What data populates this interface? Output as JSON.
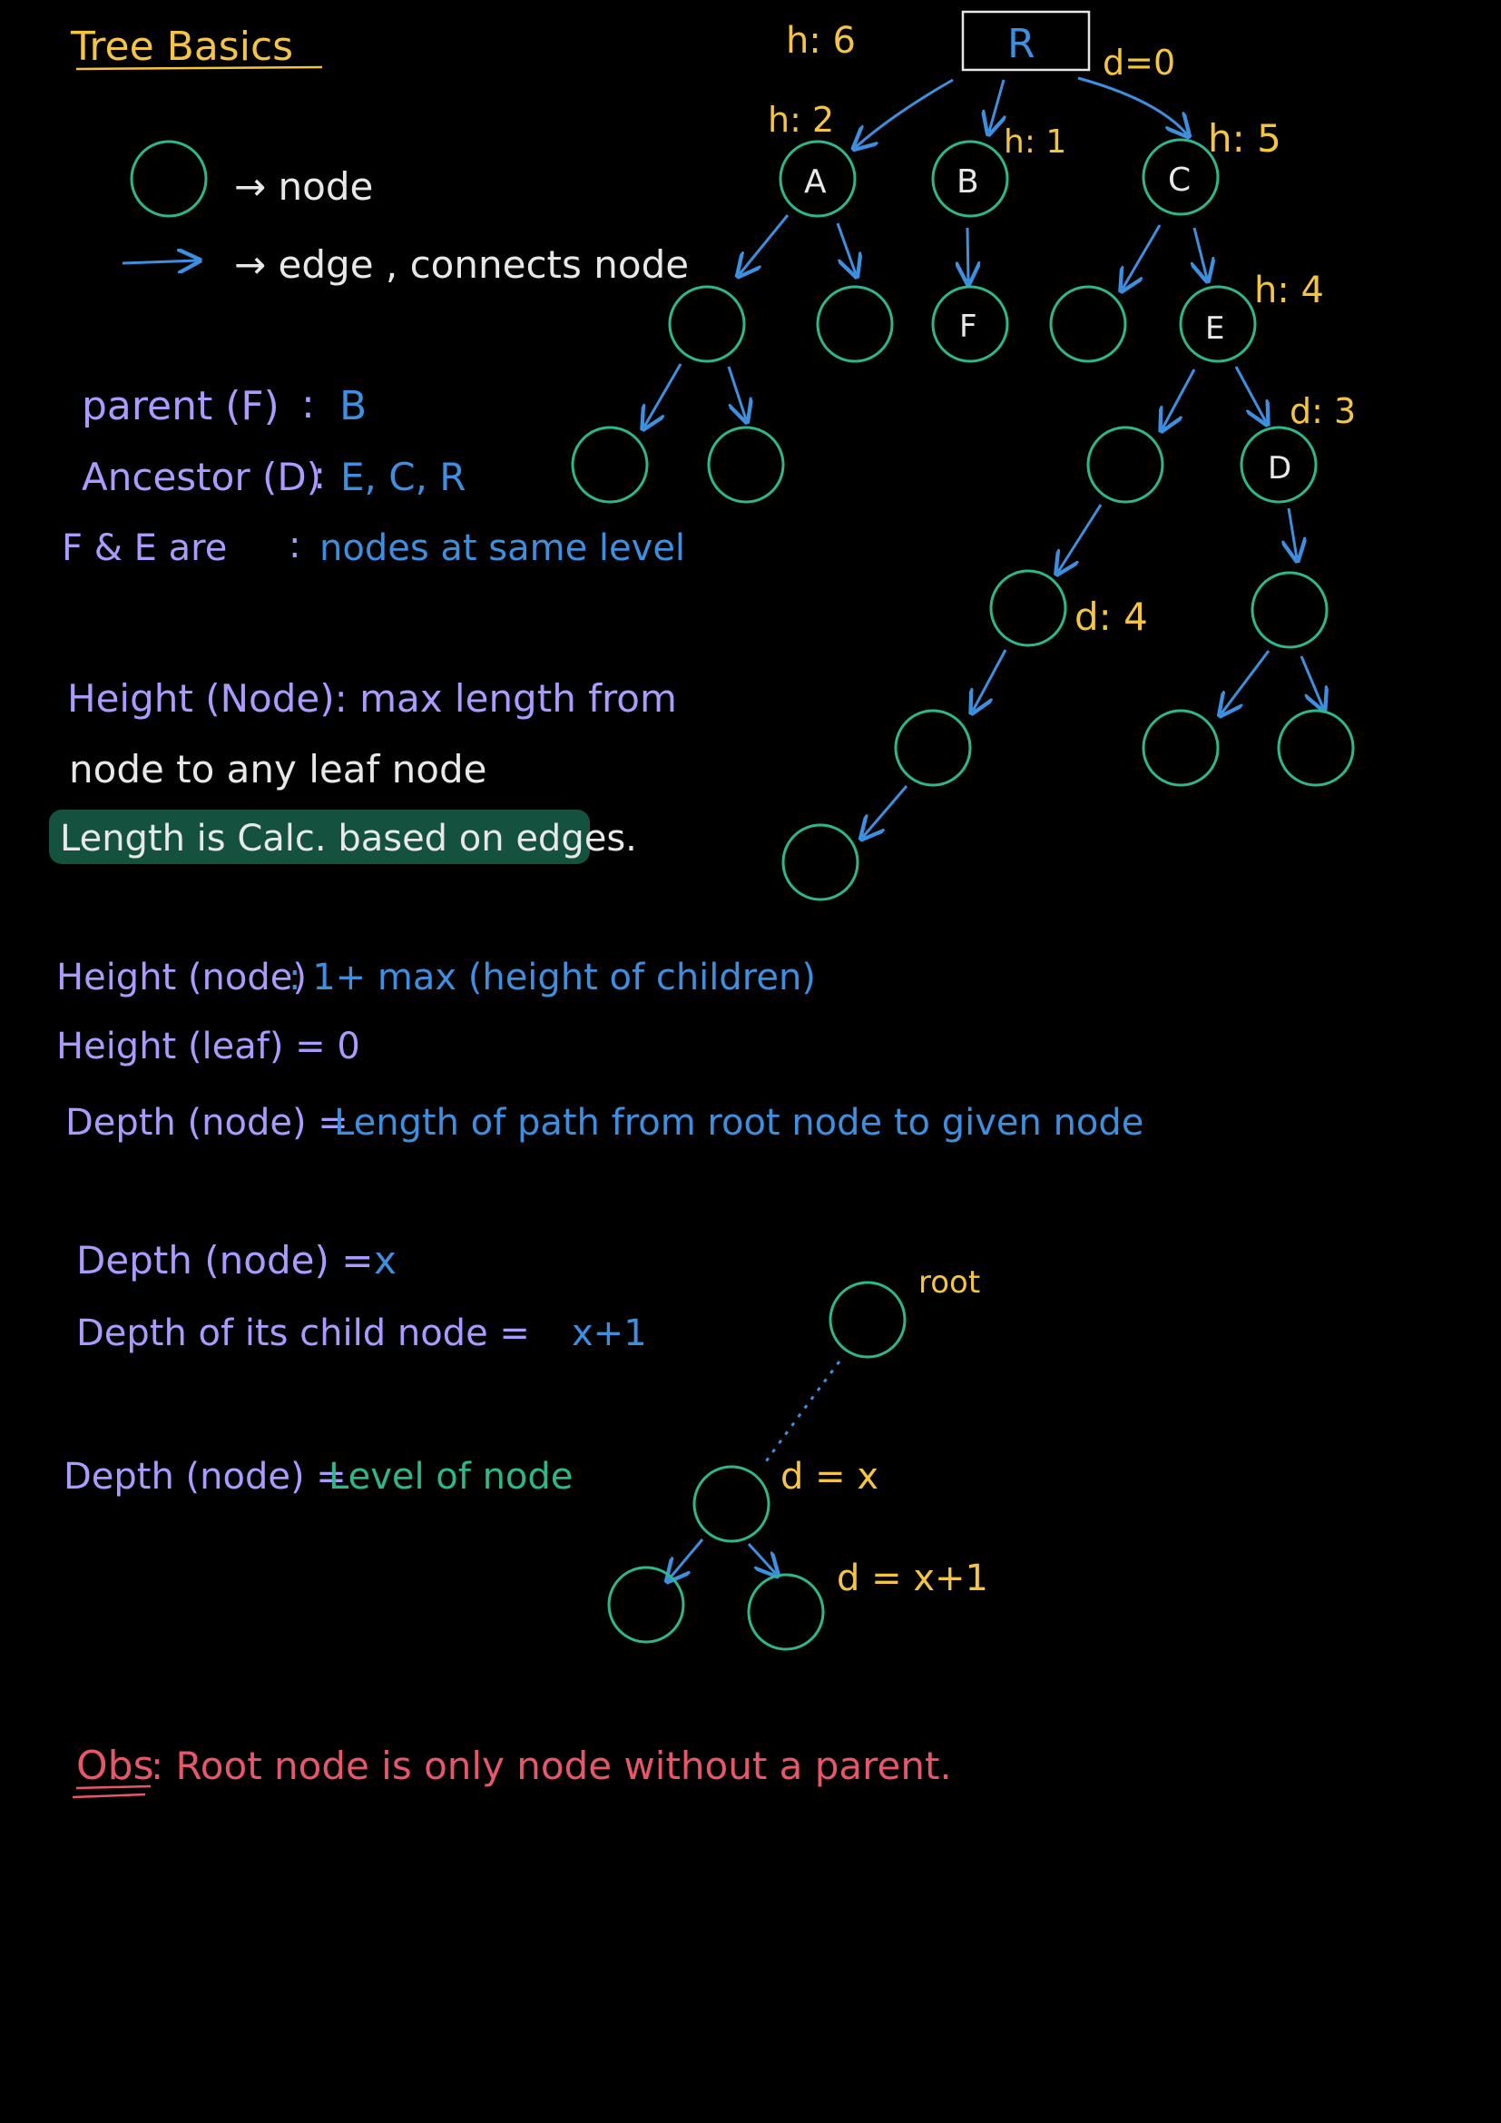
{
  "title": "Tree Basics",
  "legend": {
    "node_label": "→ node",
    "edge_label": "→ edge , connects node"
  },
  "definitions": {
    "parent_left": "parent (F)",
    "parent_sep": ":",
    "parent_value": "B",
    "ancestor_left": "Ancestor (D)",
    "ancestor_sep": ":",
    "ancestor_value": "E, C, R",
    "same_level_left": "F & E are",
    "same_level_sep": ":",
    "same_level_value": "nodes at same level",
    "height_line1": "Height (Node): max length from",
    "height_line2": "node to any leaf node",
    "height_note": "Length is Calc. based on edges.",
    "height_formula_left": "Height (node)",
    "height_formula_right": ": 1+ max (height of children)",
    "height_leaf": "Height (leaf) = 0",
    "depth_left": "Depth (node) =",
    "depth_right": "Length of path from root node to given node",
    "depth_x_left": "Depth (node) =",
    "depth_x_right": "x",
    "depth_child_left": "Depth of its child node =",
    "depth_child_right": "x+1",
    "depth_level_left": "Depth (node) =",
    "depth_level_right": "Level of node"
  },
  "tree": {
    "root": "R",
    "a": "A",
    "b": "B",
    "c": "C",
    "f": "F",
    "e": "E",
    "d": "D",
    "h_root": "h: 6",
    "d_root": "d=0",
    "h_a": "h: 2",
    "h_b": "h: 1",
    "h_c": "h: 5",
    "h_e": "h: 4",
    "d_d": "d: 3",
    "d_n": "d: 4"
  },
  "small_tree": {
    "root_label": "root",
    "d_x": "d = x",
    "d_x1": "d = x+1"
  },
  "observation": {
    "label": "Obs",
    "text": ": Root node is only node without a parent."
  },
  "colors": {
    "node_stroke": "#2db88a",
    "edge": "#3d8fe0",
    "yellow": "#f5c542",
    "purple": "#a99bff",
    "highlight": "#14513f",
    "red": "#e8566a"
  }
}
